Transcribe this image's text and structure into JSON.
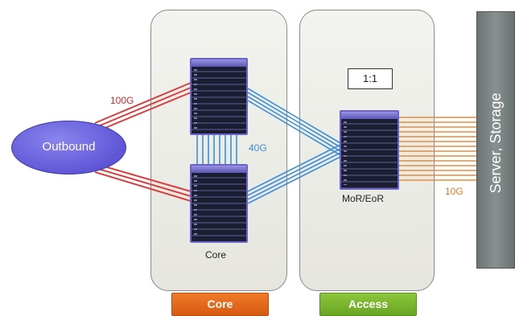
{
  "diagram": {
    "zones": [
      {
        "id": "core",
        "tab_label": "Core",
        "device_label": "Core"
      },
      {
        "id": "access",
        "tab_label": "Access",
        "device_label": "MoR/EoR"
      }
    ],
    "outbound_label": "Outbound",
    "server_label": "Server, Storage",
    "oversubscription_ratio": "1:1",
    "link_labels": {
      "uplink": "100G",
      "core_to_access": "40G",
      "access_to_server": "10G"
    },
    "colors": {
      "link_100g": "#d94040",
      "link_40g": "#3b8fd6",
      "link_10g": "#e88a3c",
      "core_tab": "#e8691c",
      "access_tab": "#7cb82f",
      "outbound_fill": "#6a62df",
      "server_bar": "#7a8181"
    },
    "icons": [
      "network-switch-icon",
      "network-switch-icon",
      "network-switch-icon"
    ]
  }
}
